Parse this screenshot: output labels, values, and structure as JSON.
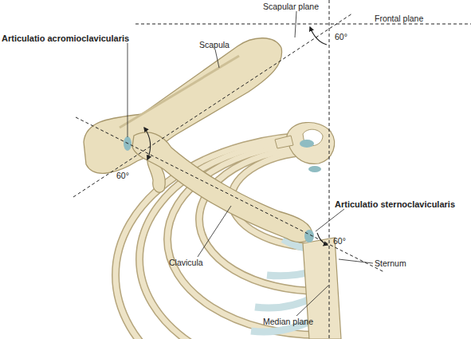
{
  "diagram": {
    "labels": [
      "Scapular plane",
      "Frontal plane",
      "Articulatio acromioclavicularis",
      "Scapula",
      "60°",
      "60°",
      "Clavicula",
      "Articulatio sternoclavicularis",
      "60°",
      "Sternum",
      "Median plane"
    ]
  }
}
